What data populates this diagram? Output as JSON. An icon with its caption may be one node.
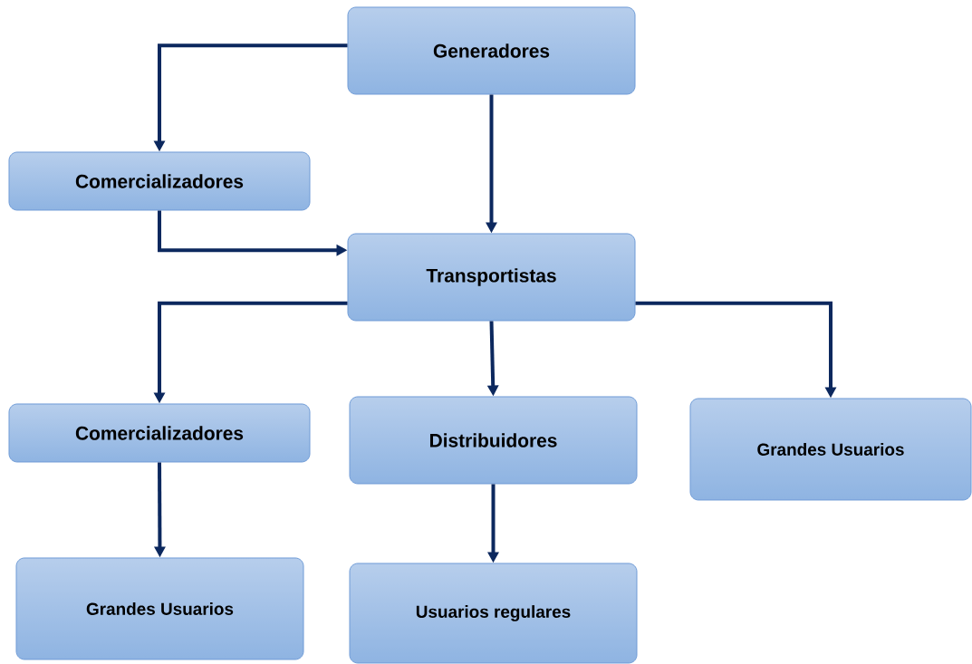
{
  "diagram": {
    "nodes": [
      {
        "text": [
          "Generadores"
        ]
      },
      {
        "text": [
          "Comercializadores"
        ]
      },
      {
        "text": [
          "Transportistas"
        ]
      },
      {
        "text": [
          "Comercializadores"
        ]
      },
      {
        "text": [
          "Distribuidores"
        ]
      },
      {
        "text": [
          "Grandes Usuarios"
        ]
      },
      {
        "text": [
          "Grandes Usuarios"
        ]
      },
      {
        "text": [
          "Usuarios regulares"
        ]
      }
    ],
    "edges": [
      {
        "from": 0,
        "to": 1,
        "arrow": "to"
      },
      {
        "from": 0,
        "to": 2,
        "arrow": "to"
      },
      {
        "from": 1,
        "to": 2,
        "arrow": "to"
      },
      {
        "from": 2,
        "to": 3,
        "arrow": "to"
      },
      {
        "from": 2,
        "to": 4,
        "arrow": "to"
      },
      {
        "from": 2,
        "to": 5,
        "arrow": "to"
      },
      {
        "from": 3,
        "to": 6,
        "arrow": "to"
      },
      {
        "from": 4,
        "to": 7,
        "arrow": "to"
      }
    ]
  }
}
